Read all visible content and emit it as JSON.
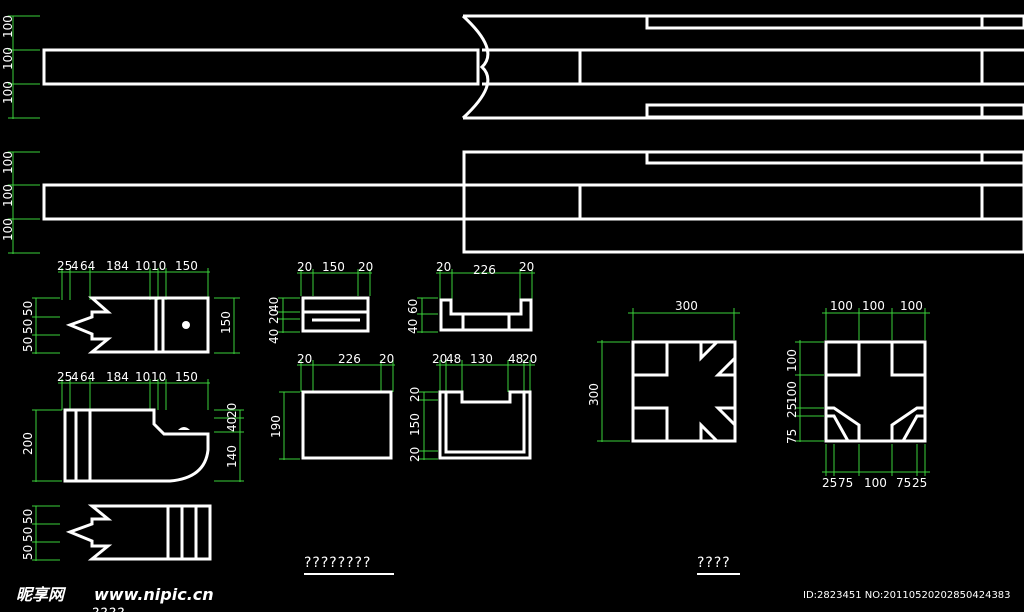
{
  "dims": {
    "beam_left": [
      "100",
      "100",
      "100"
    ],
    "top_row1": [
      "25",
      "4",
      "64",
      "184",
      "10",
      "10",
      "150"
    ],
    "top_row2": [
      "25",
      "4",
      "64",
      "184",
      "10",
      "10",
      "150"
    ],
    "fish_left": [
      "50",
      "50",
      "50"
    ],
    "fish_right": "150",
    "block_h": "200",
    "block_right": [
      "140",
      "40",
      "20"
    ],
    "fish_left2": [
      "50",
      "50",
      "50"
    ],
    "ch1_top": [
      "20",
      "150",
      "20"
    ],
    "ch1_left": [
      "40",
      "20",
      "40"
    ],
    "ch2_top": [
      "20",
      "226",
      "20"
    ],
    "ch2_left": [
      "40",
      "60"
    ],
    "box1_top": [
      "20",
      "226",
      "20"
    ],
    "box1_left": "190",
    "box2_top": [
      "20",
      "48",
      "130",
      "48",
      "20"
    ],
    "box2_left": [
      "20",
      "150",
      "20"
    ],
    "sq1_top": "300",
    "sq1_left": "300",
    "sq2_top": [
      "100",
      "100",
      "100"
    ],
    "sq2_left": [
      "100",
      "100",
      "25",
      "75"
    ],
    "sq2_bottom": [
      "25",
      "75",
      "100",
      "75",
      "25"
    ]
  },
  "titles": {
    "left": "????????",
    "right": "????",
    "bottom": "????"
  },
  "watermark": {
    "logo": "昵享网",
    "site": "www.nipic.cn",
    "id_text": "ID:2823451 NO:20110520202850424383"
  },
  "colors": {
    "background": "#000000",
    "outline": "#ffffff",
    "dimension": "#3ad13a"
  }
}
